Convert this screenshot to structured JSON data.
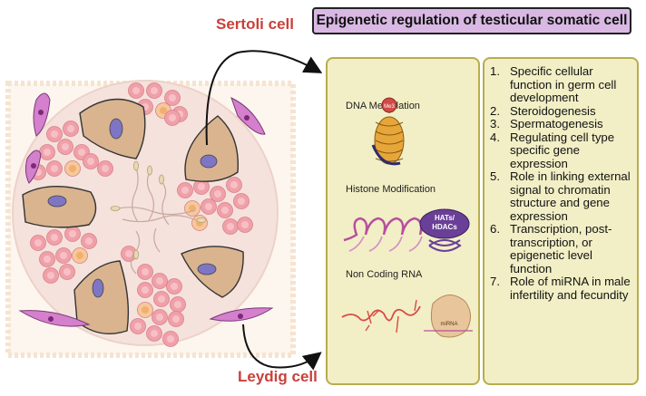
{
  "title": "Epigenetic regulation of testicular somatic cell",
  "labels": {
    "sertoli": "Sertoli cell",
    "leydig": "Leydig cell"
  },
  "mechanisms": [
    {
      "label": "DNA Methylation",
      "badge": "Me3"
    },
    {
      "label": "Histone Modification",
      "badge": "HATs/ HDACs"
    },
    {
      "label": "Non Coding RNA",
      "badge": "miRNA"
    }
  ],
  "functions": [
    {
      "num": "1.",
      "text": "Specific cellular function in germ cell development"
    },
    {
      "num": "2.",
      "text": "Steroidogenesis"
    },
    {
      "num": "3.",
      "text": "Spermatogenesis"
    },
    {
      "num": "4.",
      "text": "Regulating cell type specific gene expression"
    },
    {
      "num": "5.",
      "text": "Role  in linking external signal to chromatin structure and gene expression"
    },
    {
      "num": "6.",
      "text": "Transcription, post-transcription, or epigenetic level function"
    },
    {
      "num": "7.",
      "text": "Role of miRNA in male infertility and fecundity"
    }
  ],
  "colors": {
    "title_fill": "#d9b8e3",
    "label_red": "#c9403a",
    "panel_fill": "#f2efc6",
    "panel_border": "#b7ad4e",
    "sertoli_fill": "#d9b48f",
    "germ_cell": "#f0a0a8",
    "leydig_fill": "#d580cc"
  }
}
